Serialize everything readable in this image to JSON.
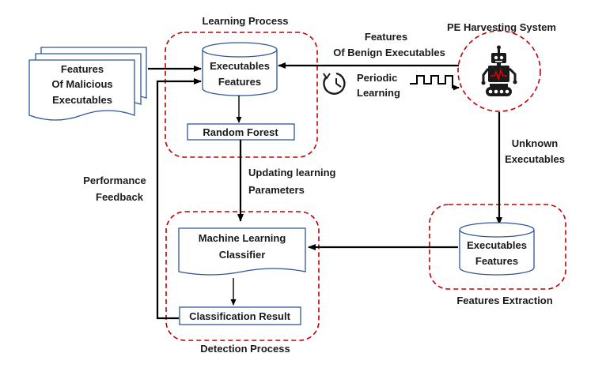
{
  "learning_process": {
    "title": "Learning Process"
  },
  "pe_system": {
    "title": "PE Harvesting System"
  },
  "features_extraction": {
    "title": "Features Extraction"
  },
  "detection_process": {
    "title": "Detection Process"
  },
  "malicious_doc": {
    "line1": "Features",
    "line2": "Of Malicious",
    "line3": "Executables"
  },
  "exec_features_top": {
    "line1": "Executables",
    "line2": "Features"
  },
  "exec_features_right": {
    "line1": "Executables",
    "line2": "Features"
  },
  "random_forest": {
    "label": "Random Forest"
  },
  "ml_classifier": {
    "line1": "Machine Learning",
    "line2": "Classifier"
  },
  "classification_result": {
    "label": "Classification Result"
  },
  "benign_label": {
    "line1": "Features",
    "line2": "Of Benign Executables"
  },
  "periodic_label": {
    "line1": "Periodic",
    "line2": "Learning"
  },
  "unknown_label": {
    "line1": "Unknown",
    "line2": "Executables"
  },
  "updating_label": {
    "line1": "Updating learning",
    "line2": "Parameters"
  },
  "feedback_label": {
    "line1": "Performance",
    "line2": "Feedback"
  },
  "colors": {
    "red_dash": "#c00000",
    "blue": "#2e5597",
    "robot": "#1a1a1a",
    "robot_accent": "#e00000"
  }
}
